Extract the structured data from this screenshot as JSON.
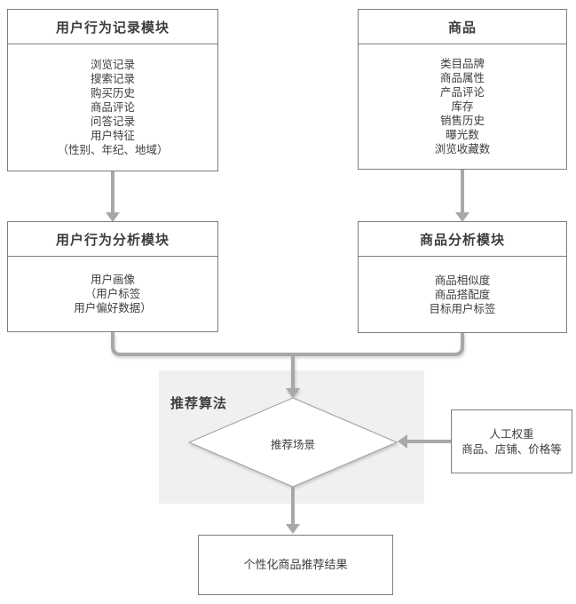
{
  "diagram": {
    "boxes": {
      "user_record": {
        "header": "用户行为记录模块",
        "items": [
          "浏览记录",
          "搜索记录",
          "购买历史",
          "商品评论",
          "问答记录",
          "用户特征",
          "（性别、年纪、地域）"
        ]
      },
      "product": {
        "header": "商品",
        "items": [
          "类目品牌",
          "商品属性",
          "产品评论",
          "库存",
          "销售历史",
          "曝光数",
          "浏览收藏数"
        ]
      },
      "user_analysis": {
        "header": "用户行为分析模块",
        "items": [
          "用户画像",
          "（用户标签",
          "用户偏好数据）"
        ]
      },
      "product_analysis": {
        "header": "商品分析模块",
        "items": [
          "商品相似度",
          "商品搭配度",
          "目标用户标签"
        ]
      },
      "manual_weight": {
        "lines": [
          "人工权重",
          "商品、店铺、价格等"
        ]
      },
      "result": {
        "label": "个性化商品推荐结果"
      }
    },
    "algorithm_panel": {
      "label": "推荐算法",
      "diamond_label": "推荐场景"
    },
    "colors": {
      "box_border": "#7d7d7d",
      "arrow": "#a8a8a8",
      "panel_background": "#f0f0f0",
      "text": "#3d3d3d"
    }
  }
}
